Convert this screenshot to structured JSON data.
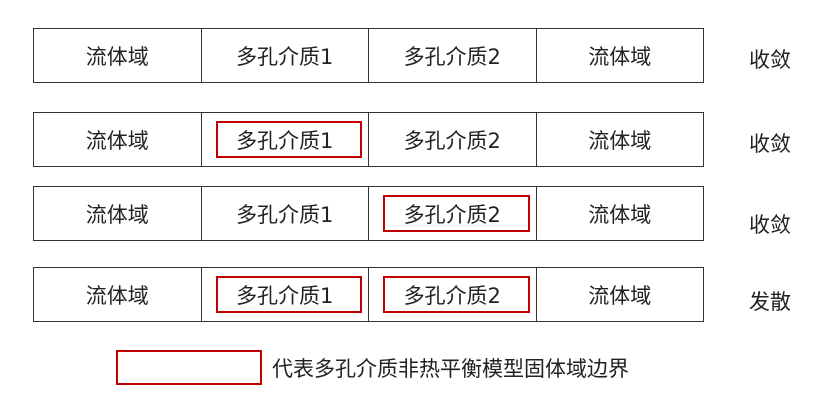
{
  "rows": [
    {
      "cells": [
        {
          "label": "流体域",
          "highlighted": false
        },
        {
          "label": "多孔介质1",
          "highlighted": false
        },
        {
          "label": "多孔介质2",
          "highlighted": false
        },
        {
          "label": "流体域",
          "highlighted": false
        }
      ],
      "status": "收敛"
    },
    {
      "cells": [
        {
          "label": "流体域",
          "highlighted": false
        },
        {
          "label": "多孔介质1",
          "highlighted": true
        },
        {
          "label": "多孔介质2",
          "highlighted": false
        },
        {
          "label": "流体域",
          "highlighted": false
        }
      ],
      "status": "收敛"
    },
    {
      "cells": [
        {
          "label": "流体域",
          "highlighted": false
        },
        {
          "label": "多孔介质1",
          "highlighted": false
        },
        {
          "label": "多孔介质2",
          "highlighted": true
        },
        {
          "label": "流体域",
          "highlighted": false
        }
      ],
      "status": "收敛"
    },
    {
      "cells": [
        {
          "label": "流体域",
          "highlighted": false
        },
        {
          "label": "多孔介质1",
          "highlighted": true
        },
        {
          "label": "多孔介质2",
          "highlighted": true
        },
        {
          "label": "流体域",
          "highlighted": false
        }
      ],
      "status": "发散"
    }
  ],
  "legend": {
    "label": "代表多孔介质非热平衡模型固体域边界"
  },
  "colors": {
    "highlight_border": "#c00000",
    "cell_border": "#333333",
    "text": "#222222"
  }
}
